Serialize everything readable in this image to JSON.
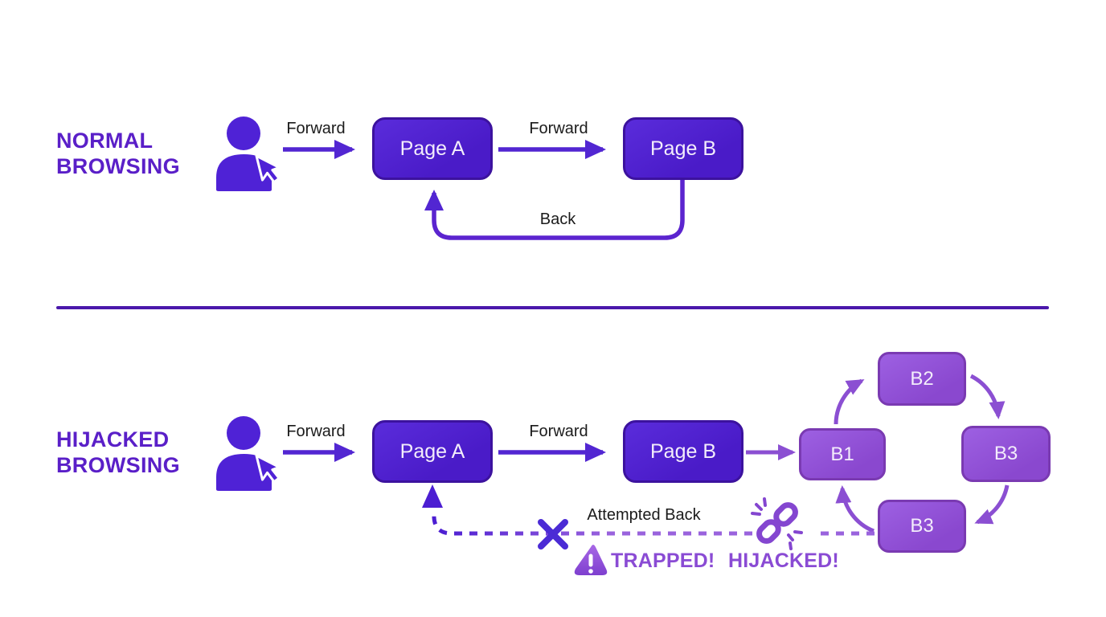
{
  "colors": {
    "deep_box_fill": "#4a1bc8",
    "deep_box_border": "#3c129e",
    "light_box_fill": "#8a48cf",
    "light_box_border": "#7a3ab2",
    "section_title_text": "#5a1fc8",
    "warning_text": "#8a4bd4",
    "flow_label_text": "#1b1b1b",
    "arrow_dark": "#5226d2",
    "arrow_light": "#8b4fd2",
    "dash_dark": "#4c1ed2",
    "dash_light": "#9a63dd",
    "divider": "#4a18ab",
    "background": "#ffffff"
  },
  "icons": {
    "user": "user-cursor-icon",
    "broken_link": "broken-link-icon",
    "warning": "warning-triangle-icon",
    "blocked": "x-mark-icon"
  },
  "normal": {
    "title": "NORMAL BROWSING",
    "forward_label_1": "Forward",
    "forward_label_2": "Forward",
    "back_label": "Back",
    "nodes": {
      "page_a": "Page A",
      "page_b": "Page B"
    }
  },
  "hijacked": {
    "title": "HIJACKED BROWSING",
    "forward_label_1": "Forward",
    "forward_label_2": "Forward",
    "attempted_back_label": "Attempted Back",
    "trapped_label": "TRAPPED!",
    "hijacked_label": "HIJACKED!",
    "nodes": {
      "page_a": "Page A",
      "page_b": "Page B",
      "b1": "B1",
      "b2": "B2",
      "b3_right": "B3",
      "b3_bottom": "B3"
    }
  }
}
